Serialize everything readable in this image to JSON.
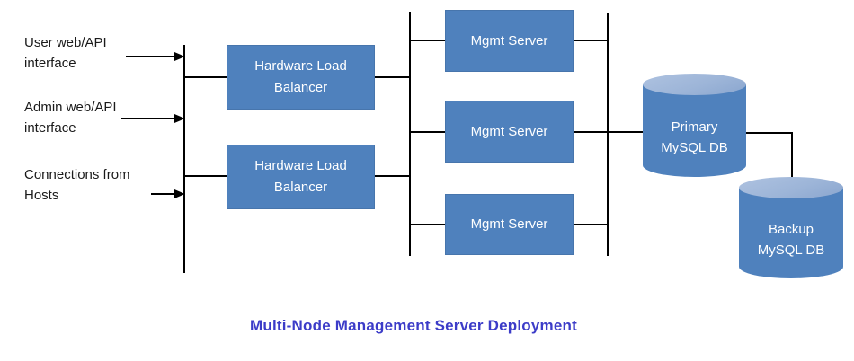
{
  "diagram": {
    "title": "Multi-Node Management Server Deployment",
    "inputs": [
      {
        "label": "User web/API\ninterface"
      },
      {
        "label": "Admin web/API\ninterface"
      },
      {
        "label": "Connections from\nHosts"
      }
    ],
    "load_balancers": [
      {
        "label": "Hardware Load Balancer"
      },
      {
        "label": "Hardware Load Balancer"
      }
    ],
    "mgmt_servers": [
      {
        "label": "Mgmt Server"
      },
      {
        "label": "Mgmt Server"
      },
      {
        "label": "Mgmt Server"
      }
    ],
    "databases": [
      {
        "label": "Primary\nMySQL DB"
      },
      {
        "label": "Backup\nMySQL DB"
      }
    ],
    "colors": {
      "node_fill": "#4f81bd",
      "node_text": "#ffffff",
      "cylinder_top": "#9db5d8",
      "connector_line": "#000000",
      "title_text": "#3c3cc8",
      "background": "#ffffff"
    }
  }
}
